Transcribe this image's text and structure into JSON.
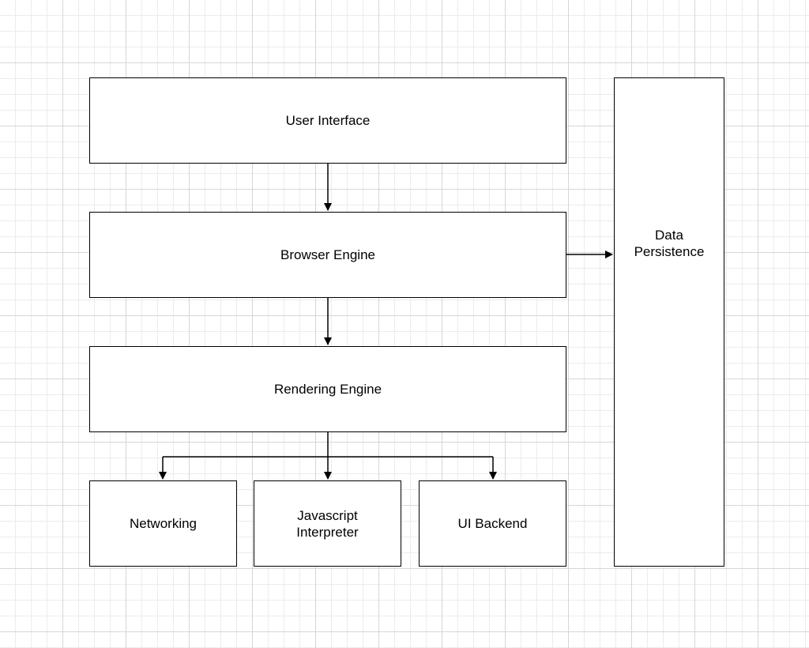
{
  "diagram": {
    "nodes": {
      "user_interface": "User Interface",
      "browser_engine": "Browser Engine",
      "rendering_engine": "Rendering Engine",
      "networking": "Networking",
      "javascript_interpreter": "Javascript\nInterpreter",
      "ui_backend": "UI Backend",
      "data_persistence": "Data\nPersistence"
    },
    "edges": [
      {
        "from": "User Interface",
        "to": "Browser Engine"
      },
      {
        "from": "Browser Engine",
        "to": "Rendering Engine"
      },
      {
        "from": "Browser Engine",
        "to": "Data Persistence"
      },
      {
        "from": "Rendering Engine",
        "to": "Networking"
      },
      {
        "from": "Rendering Engine",
        "to": "Javascript Interpreter"
      },
      {
        "from": "Rendering Engine",
        "to": "UI Backend"
      }
    ],
    "colors": {
      "stroke": "#000000",
      "fill": "#ffffff",
      "grid": "#d6d6d6"
    }
  }
}
